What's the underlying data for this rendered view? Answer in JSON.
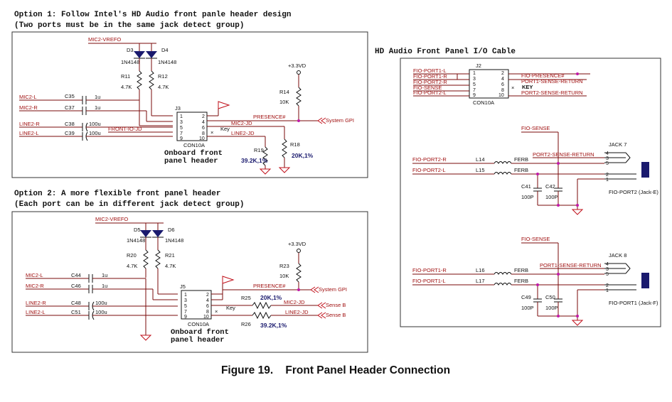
{
  "option1": {
    "title": "Option 1: Follow Intel's HD Audio front panle header design",
    "subtitle": "(Two ports must be in the same jack detect group)",
    "mic_vrefo": "MIC2-VREFO",
    "diode_a": "D3",
    "diode_b": "D4",
    "diode_part_a": "1N4148",
    "diode_part_b": "1N4148",
    "res_a": "R11",
    "res_b": "R12",
    "res_a_val": "4.7K",
    "res_b_val": "4.7K",
    "mic_l": "MIC2-L",
    "mic_r": "MIC2-R",
    "line_r": "LINE2-R",
    "line_l": "LINE2-L",
    "cap1": "C35",
    "cap2": "C37",
    "cap3": "C38",
    "cap4": "C39",
    "cap1_val": "1u",
    "cap2_val": "1u",
    "cap3_val": "100u",
    "cap4_val": "100u",
    "front_io_jd": "FRONT-IO-JD",
    "conn": "J3",
    "conn_part": "CON10A",
    "supply": "+3.3VD",
    "r_pull": "R14",
    "r_pull_val": "10K",
    "presence": "PRESENCE#",
    "system_gpi": "System GPI",
    "mic_jd": "MIC2-JD",
    "line_jd": "LINE2-JD",
    "key": "Key",
    "r_a": "R19",
    "r_a_val": "39.2K,1%",
    "r_b": "R18",
    "r_b_val": "20K,1%",
    "board_line1": "Onboard front",
    "board_line2": "panel header"
  },
  "option2": {
    "title": "Option 2: A more flexible front panel header",
    "subtitle": "(Each port can be in different jack detect group)",
    "mic_vrefo": "MIC2-VREFO",
    "diode_a": "D5",
    "diode_b": "D6",
    "diode_part_a": "1N4148",
    "diode_part_b": "1N4148",
    "res_a": "R20",
    "res_b": "R21",
    "res_a_val": "4.7K",
    "res_b_val": "4.7K",
    "mic_l": "MIC2-L",
    "mic_r": "MIC2-R",
    "line_r": "LINE2-R",
    "line_l": "LINE2-L",
    "cap1": "C44",
    "cap2": "C46",
    "cap3": "C48",
    "cap4": "C51",
    "cap1_val": "1u",
    "cap2_val": "1u",
    "cap3_val": "100u",
    "cap4_val": "100u",
    "conn": "J5",
    "conn_part": "CON10A",
    "supply": "+3.3VD",
    "r_pull": "R23",
    "r_pull_val": "10K",
    "presence": "PRESENCE#",
    "system_gpi": "System GPI",
    "mic_jd": "MIC2-JD",
    "line_jd": "LINE2-JD",
    "key": "Key",
    "sense_b": "Sense B",
    "r_a": "R25",
    "r_a_val": "20K,1%",
    "r_b": "R26",
    "r_b_val": "39.2K,1%",
    "board_line1": "Onboard front",
    "board_line2": "panel header"
  },
  "cable": {
    "title": "HD Audio Front Panel I/O Cable",
    "conn": "J2",
    "conn_part": "CON10A",
    "left_nets": [
      "FIO-PORT1-L",
      "FIO-PORT1-R",
      "FIO-PORT2-R",
      "FIO-SENSE",
      "FIO-PORT2-L"
    ],
    "right_nets": [
      "FIO-PRESENCE#",
      "PORT1-SENSE-RETURN",
      "KEY",
      "PORT2-SENSE-RETURN"
    ],
    "jack7": {
      "sense": "FIO-SENSE",
      "return": "PORT2-SENSE-RETURN",
      "name": "JACK 7",
      "in_r": "FIO-PORT2-R",
      "in_l": "FIO-PORT2-L",
      "ind_r": "L14",
      "ind_l": "L15",
      "ferb": "FERB",
      "cap_a": "C41",
      "cap_b": "C42",
      "cap_val": "100P",
      "label": "FIO-PORT2 (Jack-E)"
    },
    "jack8": {
      "sense": "FIO-SENSE",
      "return": "PORT1-SENSE-RETURN",
      "name": "JACK 8",
      "in_r": "FIO-PORT1-R",
      "in_l": "FIO-PORT1-L",
      "ind_r": "L16",
      "ind_l": "L17",
      "ferb": "FERB",
      "cap_a": "C49",
      "cap_b": "C50",
      "cap_val": "100P",
      "label": "FIO-PORT1 (Jack-F)"
    }
  },
  "caption": "Figure 19.    Front Panel Header Connection"
}
